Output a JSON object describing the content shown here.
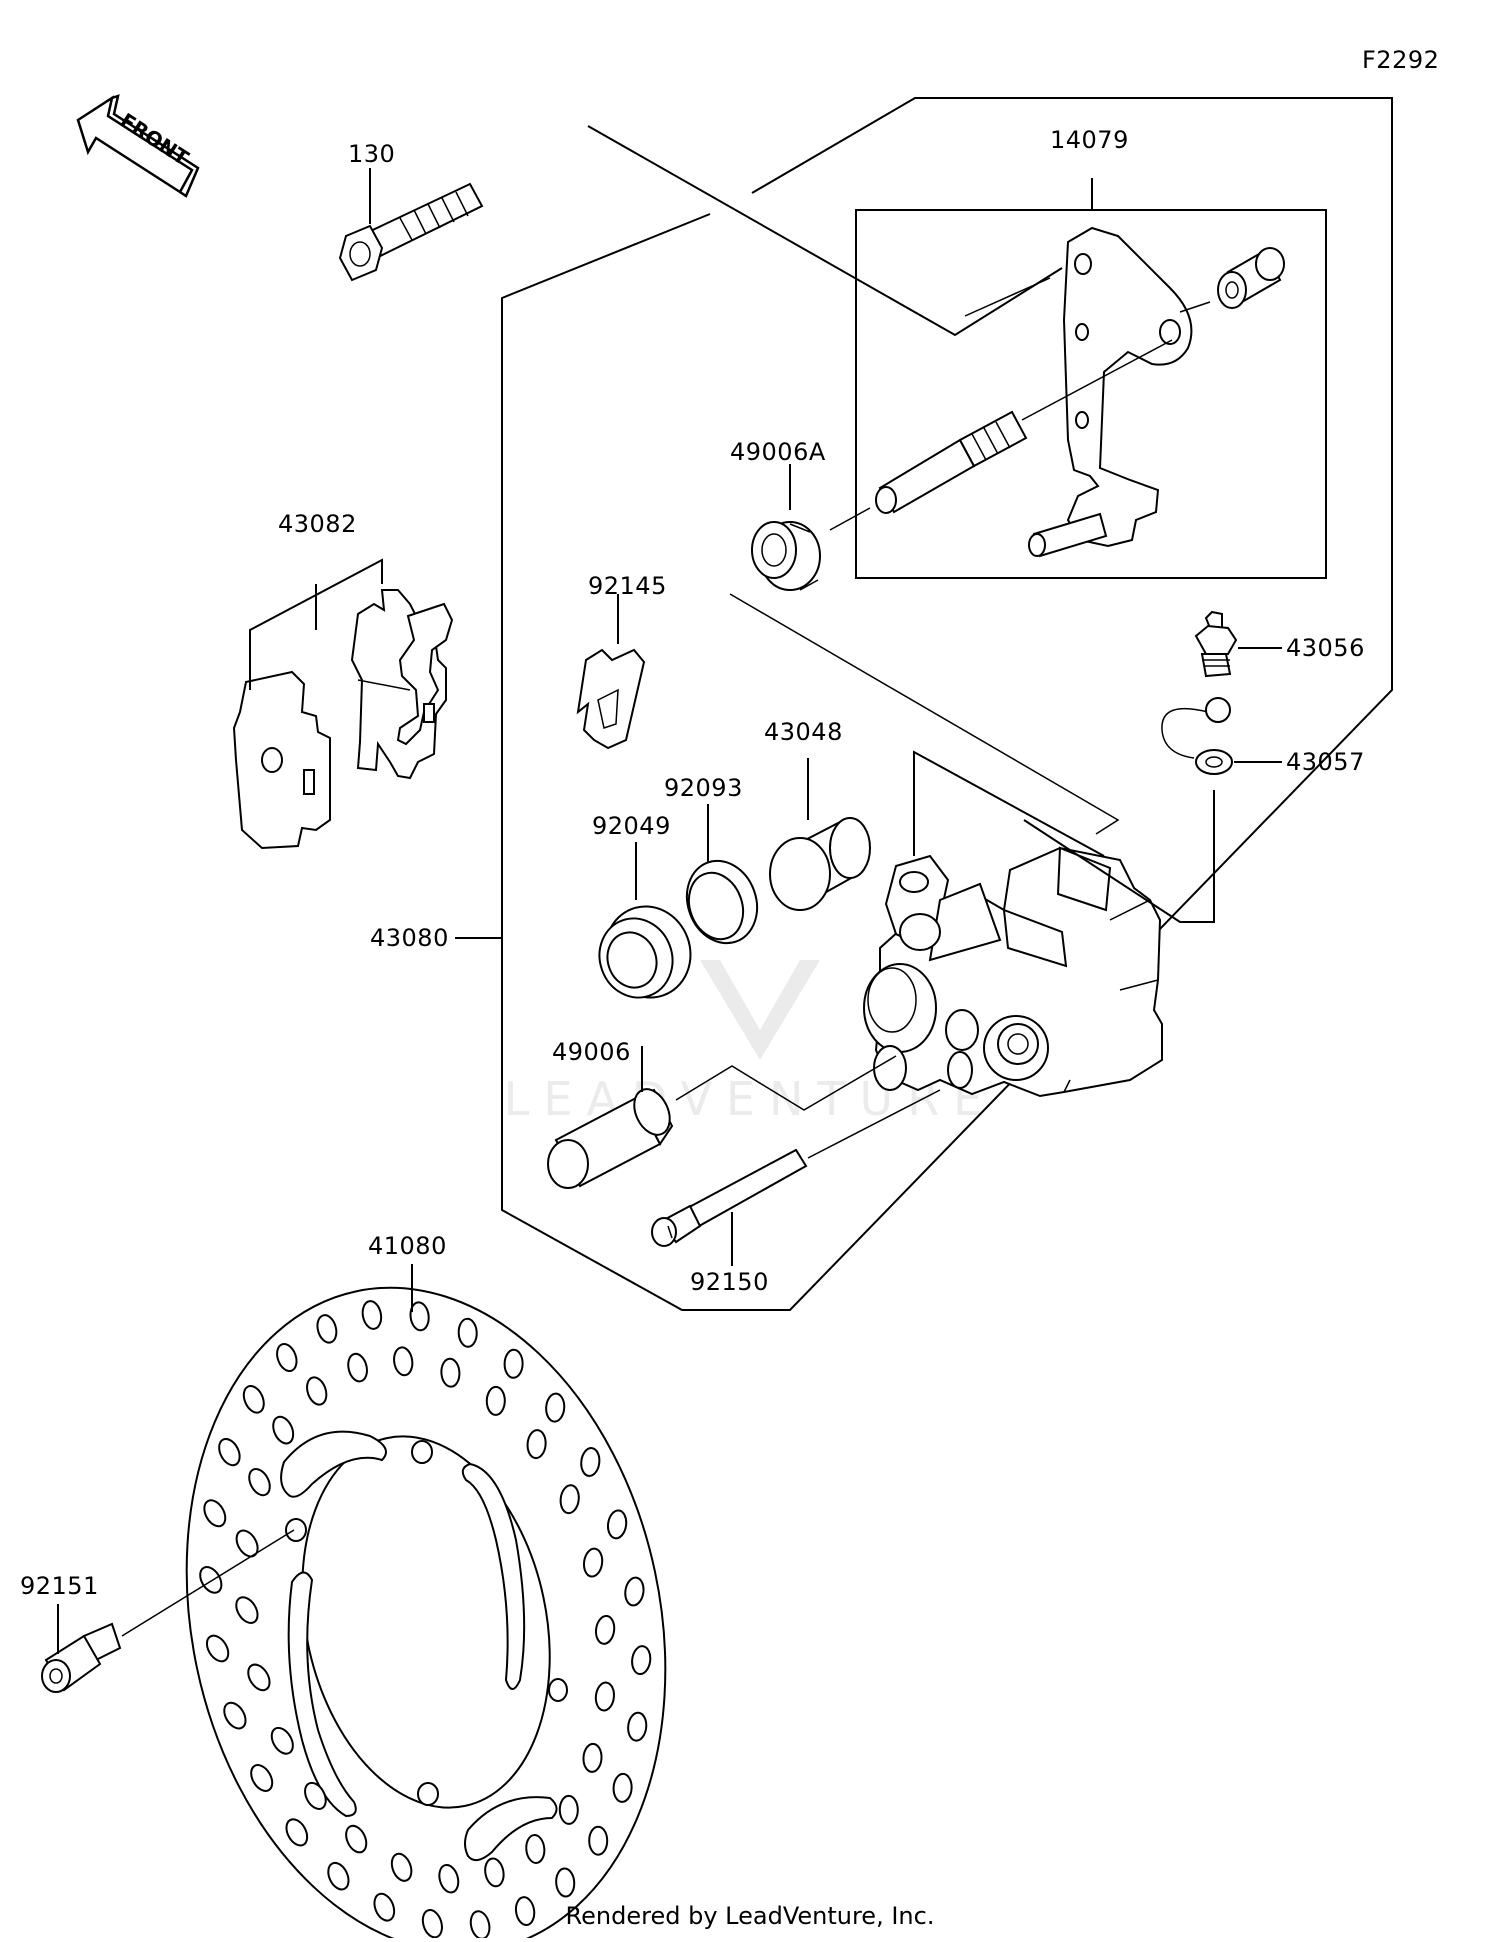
{
  "diagram_id": "F2292",
  "front_arrow_label": "FRONT",
  "watermark": "LEADVENTURE",
  "footer": "Rendered by LeadVenture, Inc.",
  "part_labels": {
    "p130": "130",
    "p14079": "14079",
    "p49006A": "49006A",
    "p43082": "43082",
    "p92145": "92145",
    "p43056": "43056",
    "p43057": "43057",
    "p43048": "43048",
    "p92093": "92093",
    "p92049": "92049",
    "p43080": "43080",
    "p49006": "49006",
    "p92150": "92150",
    "p41080": "41080",
    "p92151": "92151"
  }
}
